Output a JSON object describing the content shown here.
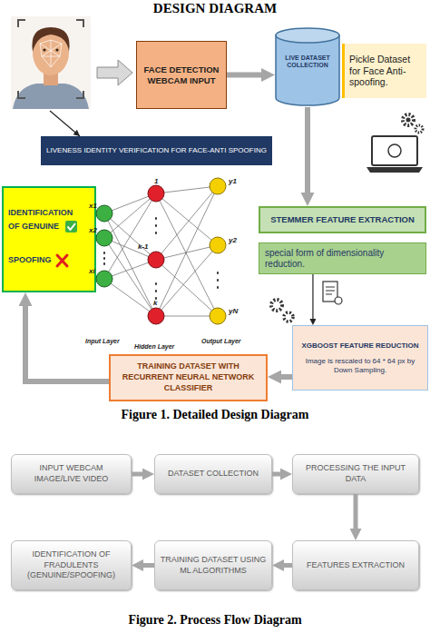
{
  "diagram": {
    "title": "DESIGN DIAGRAM",
    "caption": "Figure 1. Detailed Design Diagram",
    "nodes": [
      {
        "text": [
          "FACE DETECTION WEBCAM INPUT"
        ]
      },
      {
        "text": [
          "LIVE DATASET COLLECTION"
        ]
      },
      {
        "text": [
          "Pickle Dataset for Face Anti-spoofing."
        ]
      },
      {
        "text": [
          "LIVENESS IDENTITY VERIFICATION FOR FACE-ANTI SPOOFING"
        ]
      },
      {
        "text": [
          "IDENTIFICATION OF GENUINE",
          "SPOOFING"
        ]
      },
      {
        "text": [
          "STEMMER FEATURE EXTRACTION"
        ]
      },
      {
        "text": [
          "special form of dimensionality reduction."
        ]
      },
      {
        "text": [
          "XGBOOST FEATURE REDUCTION",
          "Image is rescaled to 64 * 64 px by Down Sampling."
        ]
      },
      {
        "text": [
          "TRAINING DATASET WITH RECURRENT NEURAL NETWORK CLASSIFIER"
        ]
      },
      {
        "text": [
          "INPUT WEBCAM IMAGE/LIVE VIDEO"
        ]
      },
      {
        "text": [
          "DATASET COLLECTION"
        ]
      },
      {
        "text": [
          "PROCESSING THE INPUT DATA"
        ]
      },
      {
        "text": [
          "IDENTIFICATION OF FRADULENTS (GENUINE/SPOOFING)"
        ]
      },
      {
        "text": [
          "TRAINING DATASET USING ML ALGORITHMS"
        ]
      },
      {
        "text": [
          "FEATURES EXTRACTION"
        ]
      }
    ],
    "edges": [
      {
        "from": 0,
        "to": 1,
        "arrow": "to"
      },
      {
        "from": 1,
        "to": 5,
        "arrow": "to"
      },
      {
        "from": 6,
        "to": 7,
        "arrow": "to"
      },
      {
        "from": 7,
        "to": 8,
        "arrow": "to"
      },
      {
        "from": 8,
        "to": 4,
        "arrow": "to"
      },
      {
        "from": 9,
        "to": 10,
        "arrow": "to"
      },
      {
        "from": 10,
        "to": 11,
        "arrow": "to"
      },
      {
        "from": 11,
        "to": 14,
        "arrow": "to"
      },
      {
        "from": 14,
        "to": 13,
        "arrow": "to"
      },
      {
        "from": 13,
        "to": 12,
        "arrow": "to"
      }
    ],
    "labels": [
      "x1",
      "x2",
      "xi",
      "1",
      "k-1",
      "k",
      "y1",
      "y2",
      "yN",
      "Input Layer",
      "Hidden Layer",
      "Output Layer",
      "Figure 2. Process Flow Diagram"
    ]
  }
}
